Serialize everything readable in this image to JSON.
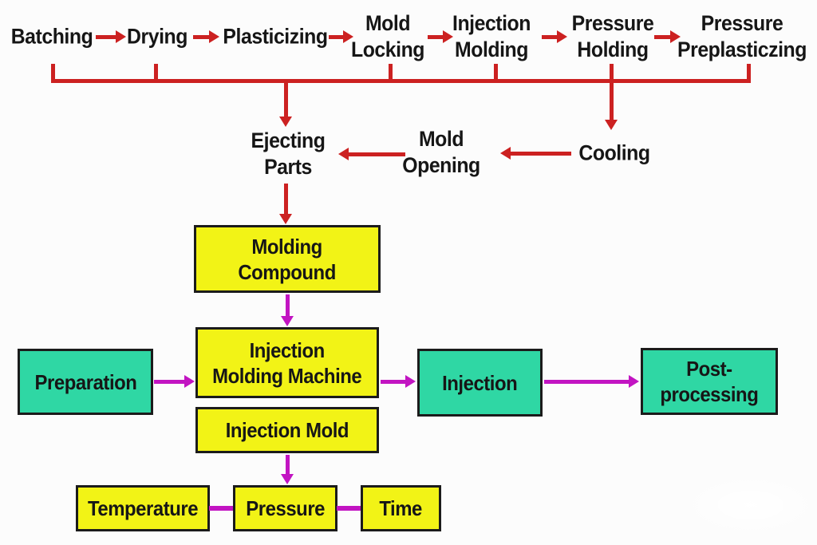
{
  "colors": {
    "red": "#cc2121",
    "magenta": "#c214c2",
    "yellow": "#f2f316",
    "teal": "#2fd7a4",
    "box_border": "#1b1b1b",
    "text": "#161616",
    "background": "#fcfcfc"
  },
  "top_flow": {
    "steps": [
      {
        "label": "Batching"
      },
      {
        "label": "Drying"
      },
      {
        "label": "Plasticizing"
      },
      {
        "label": "Mold\nLocking"
      },
      {
        "label": "Injection\nMolding"
      },
      {
        "label": "Pressure\nHolding"
      },
      {
        "label": "Pressure\nPreplasticzing"
      }
    ]
  },
  "return_flow": {
    "cooling": "Cooling",
    "mold_opening": "Mold\nOpening",
    "ejecting_parts": "Ejecting\nParts"
  },
  "machine_flow": {
    "molding_compound": "Molding\nCompound",
    "preparation": "Preparation",
    "injection_molding_machine": "Injection\nMolding Machine",
    "injection_mold": "Injection Mold",
    "injection": "Injection",
    "post_processing": "Post-\nprocessing"
  },
  "parameters": {
    "temperature": "Temperature",
    "pressure": "Pressure",
    "time": "Time"
  }
}
